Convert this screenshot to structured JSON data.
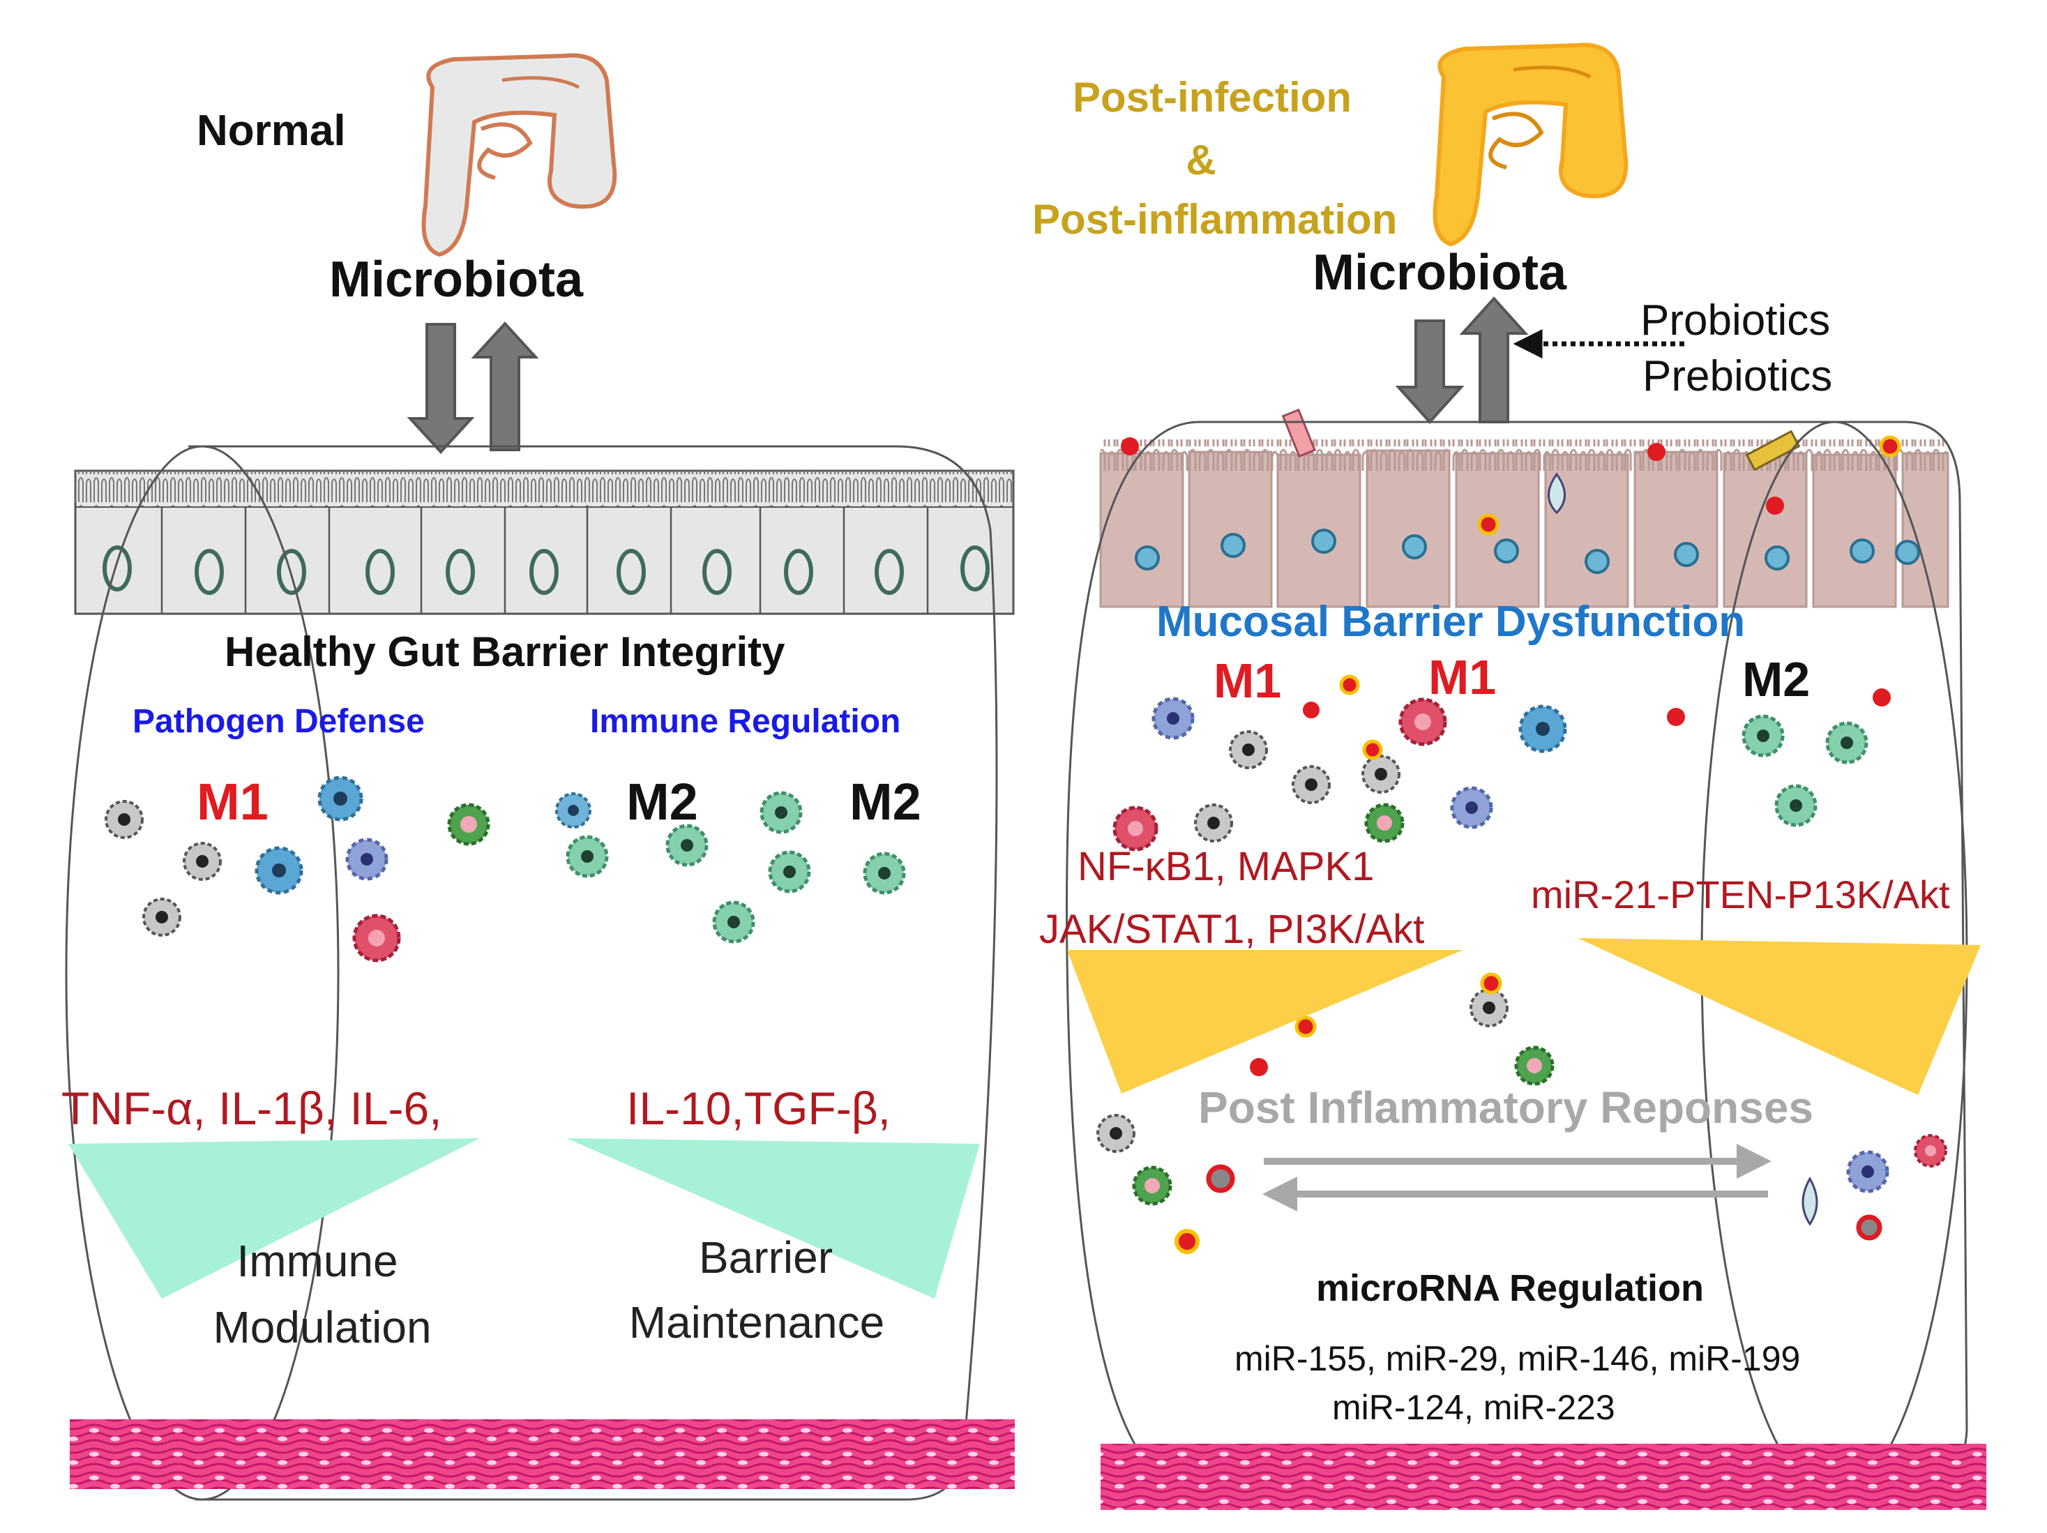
{
  "colors": {
    "red_text": "#e01b22",
    "dark_red_text": "#b01820",
    "blue_label": "#1a1ae6",
    "mucosal_blue": "#1f77c9",
    "gold_text": "#c8a21c",
    "gut_normal_fill": "#e8e8e8",
    "gut_normal_stroke": "#d07a52",
    "gut_inflamed_fill": "#fbc234",
    "wedge_green": "#a7f2d6",
    "wedge_yellow": "#fccf47",
    "grey_text": "#a8a8a8",
    "tissue_pink": "#f0458a",
    "arrow_grey": "#6d6d6d"
  },
  "left_panel": {
    "gut_icon": "colon-icon",
    "normal_label": "Normal",
    "microbiota_label": "Microbiota",
    "barrier_title": "Healthy Gut Barrier Integrity",
    "pathogen_defense": "Pathogen Defense",
    "immune_regulation": "Immune Regulation",
    "m1_label": "M1",
    "m2_left_label": "M2",
    "m2_right_label": "M2",
    "cytokines_m1": "TNF-α,  IL-1β,  IL-6,",
    "cytokines_m2": "IL-10,TGF-β,",
    "immune_modulation_line1": "Immune",
    "immune_modulation_line2": "Modulation",
    "barrier_maintenance_line1": "Barrier",
    "barrier_maintenance_line2": "Maintenance"
  },
  "right_panel": {
    "gut_icon": "colon-icon",
    "post_infection": "Post-infection",
    "ampersand": "&",
    "post_inflammation": "Post-inflammation",
    "microbiota_label": "Microbiota",
    "probiotics": "Probiotics",
    "prebiotics": "Prebiotics",
    "mucosal_title": "Mucosal Barrier Dysfunction",
    "m1_label_a": "M1",
    "m1_label_b": "M1",
    "m2_label": "M2",
    "pathway_line1": "NF-κB1, MAPK1",
    "pathway_line2": "JAK/STAT1, PI3K/Akt",
    "mir_pathway": "miR-21-PTEN-P13K/Akt",
    "post_inflammatory": "Post Inflammatory Reponses",
    "microrna_title": "microRNA  Regulation",
    "mirna_line1": "miR-155, miR-29, miR-146, miR-199",
    "mirna_line2": "miR-124, miR-223"
  }
}
